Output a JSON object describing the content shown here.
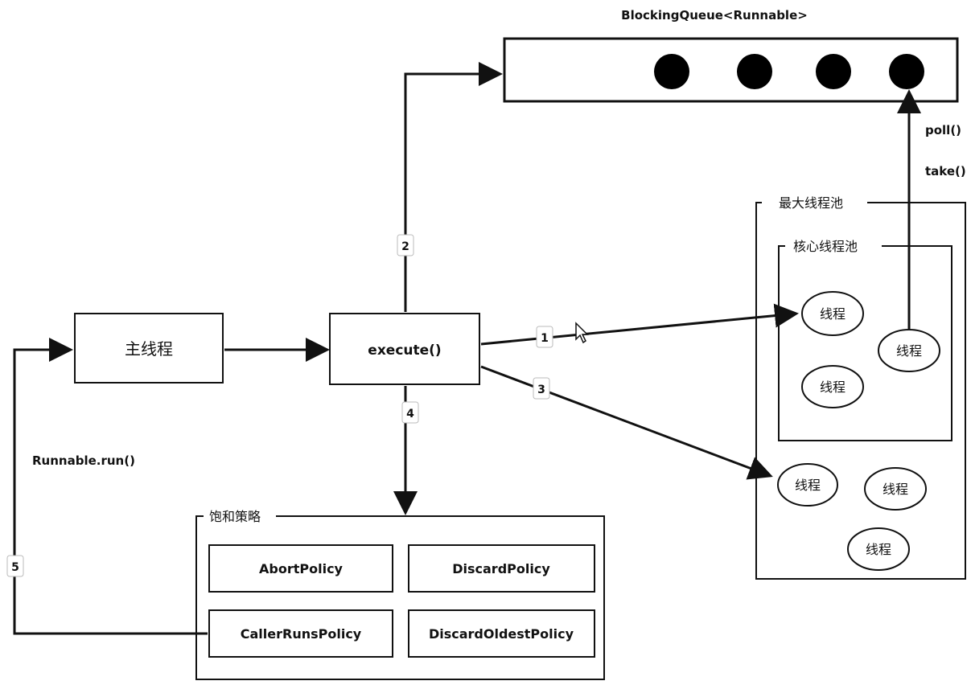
{
  "queue": {
    "label": "BlockingQueue<Runnable>",
    "item_count": 4
  },
  "main_thread": {
    "label": "主线程"
  },
  "execute": {
    "label": "execute()"
  },
  "steps": {
    "s1": "1",
    "s2": "2",
    "s3": "3",
    "s4": "4",
    "s5": "5"
  },
  "poll_label": "poll()",
  "take_label": "take()",
  "runnable_run": "Runnable.run()",
  "max_pool": {
    "label": "最大线程池"
  },
  "core_pool": {
    "label": "核心线程池"
  },
  "thread_label": "线程",
  "saturation": {
    "label": "饱和策略",
    "policies": [
      "AbortPolicy",
      "DiscardPolicy",
      "CallerRunsPolicy",
      "DiscardOldestPolicy"
    ]
  }
}
